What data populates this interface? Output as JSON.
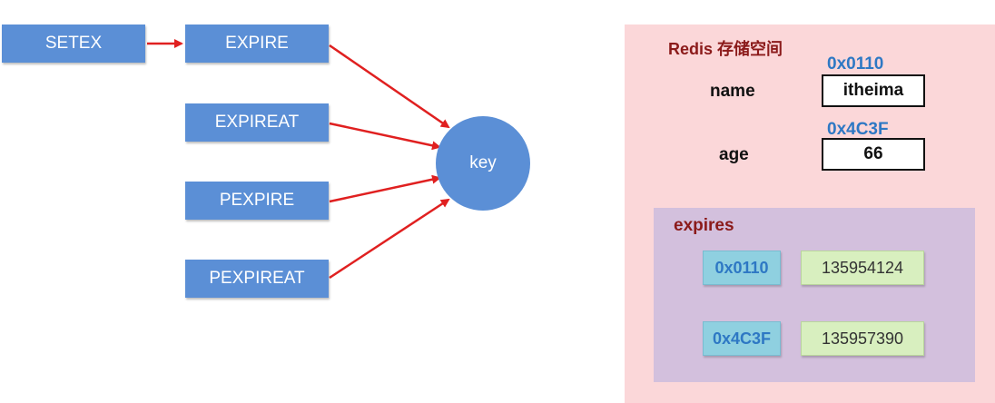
{
  "commands": {
    "setex": "SETEX",
    "expire": "EXPIRE",
    "expireat": "EXPIREAT",
    "pexpire": "PEXPIRE",
    "pexpireat": "PEXPIREAT"
  },
  "key_label": "key",
  "redis": {
    "title": "Redis 存储空间",
    "entries": [
      {
        "field": "name",
        "address": "0x0110",
        "value": "itheima"
      },
      {
        "field": "age",
        "address": "0x4C3F",
        "value": "66"
      }
    ]
  },
  "expires": {
    "title": "expires",
    "rows": [
      {
        "address": "0x0110",
        "time": "135954124"
      },
      {
        "address": "0x4C3F",
        "time": "135957390"
      }
    ]
  },
  "colors": {
    "command_box": "#5b8fd6",
    "arrow": "#e02020",
    "redis_panel": "#fbd7d9",
    "expires_panel": "#d3c0dd",
    "address_text": "#2e78c4",
    "title_text": "#8b1a1a"
  }
}
